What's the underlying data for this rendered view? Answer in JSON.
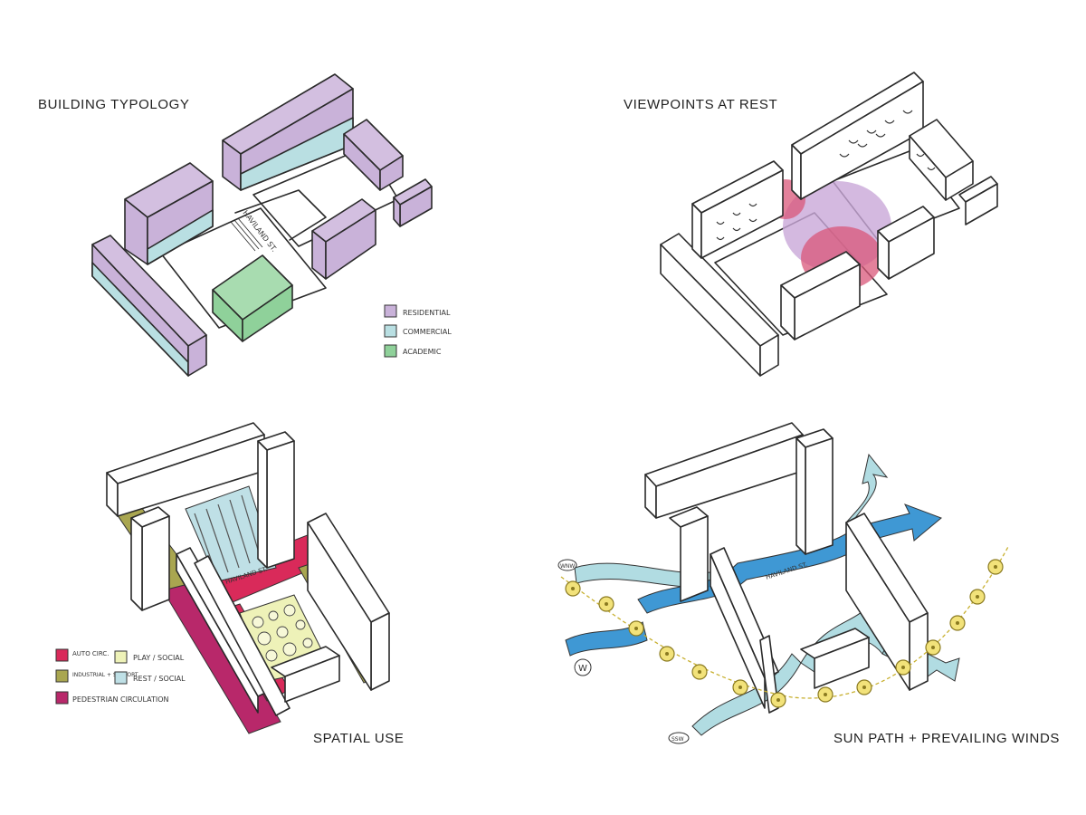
{
  "panels": {
    "typology": {
      "title": "BUILDING TYPOLOGY",
      "street": "HAVILAND ST.",
      "legend": [
        {
          "label": "RESIDENTIAL",
          "color": "#c9b2d9"
        },
        {
          "label": "COMMERCIAL",
          "color": "#b9dfe2"
        },
        {
          "label": "ACADEMIC",
          "color": "#8fd19a"
        }
      ]
    },
    "viewpoints": {
      "title": "VIEWPOINTS AT REST",
      "colors": {
        "lavender": "#c9a7d8",
        "red": "#d9577a"
      }
    },
    "spatial": {
      "title": "SPATIAL USE",
      "street": "HAVILAND ST.",
      "legend": [
        {
          "label": "AUTO CIRC.",
          "color": "#d92a5a"
        },
        {
          "label": "PLAY / SOCIAL",
          "color": "#eef2b8"
        },
        {
          "label": "INDUSTRIAL + SUPPORT",
          "color": "#a9a650"
        },
        {
          "label": "REST / SOCIAL",
          "color": "#bfe0e6"
        },
        {
          "label": "PEDESTRIAN CIRCULATION",
          "color": "#b8286a"
        }
      ]
    },
    "sun": {
      "title": "SUN PATH + PREVAILING WINDS",
      "street": "HAVILAND ST.",
      "compass": [
        "WNW",
        "W",
        "SSW"
      ],
      "colors": {
        "wind_dark": "#2f8fd0",
        "wind_light": "#a9d8df",
        "sun": "#f2e27a"
      }
    }
  }
}
